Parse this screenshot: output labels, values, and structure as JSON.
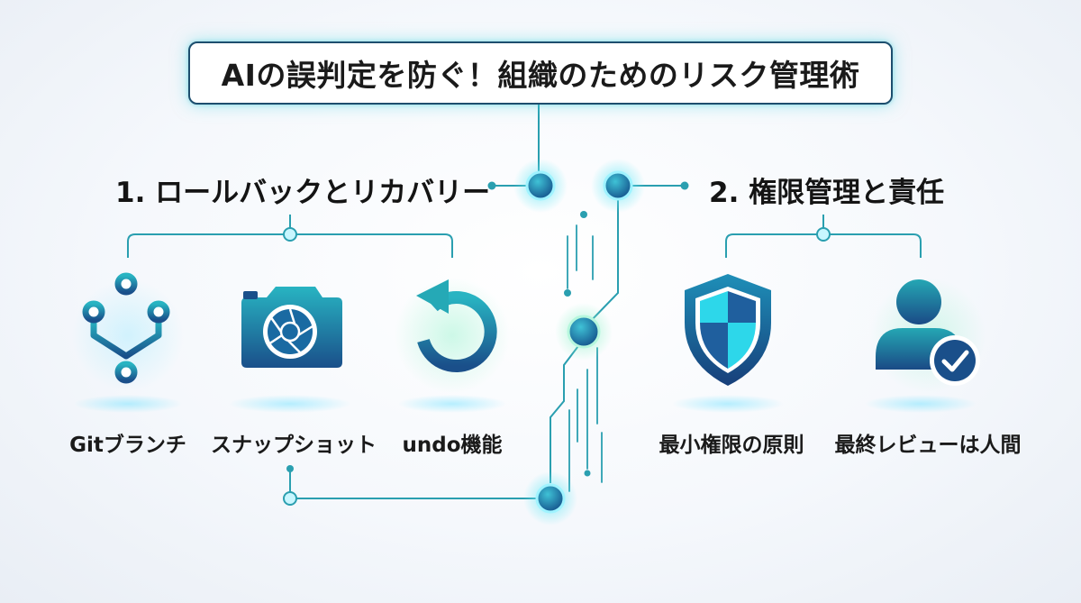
{
  "title": "AIの誤判定を防ぐ！組織のためのリスク管理術",
  "sections": [
    {
      "heading": "1. ロールバックとリカバリー",
      "items": [
        {
          "label": "Gitブランチ",
          "icon": "git-branch-icon"
        },
        {
          "label": "スナップショット",
          "icon": "camera-icon"
        },
        {
          "label": "undo機能",
          "icon": "undo-icon"
        }
      ]
    },
    {
      "heading": "2. 権限管理と責任",
      "items": [
        {
          "label": "最小権限の原則",
          "icon": "shield-icon"
        },
        {
          "label": "最終レビューは人間",
          "icon": "user-check-icon"
        }
      ]
    }
  ],
  "colors": {
    "teal": "#2a9fb0",
    "navy": "#1d4e6e",
    "icon_blue_dark": "#1a4f8a",
    "icon_teal": "#21a5b5",
    "glow": "#8df0ff"
  }
}
